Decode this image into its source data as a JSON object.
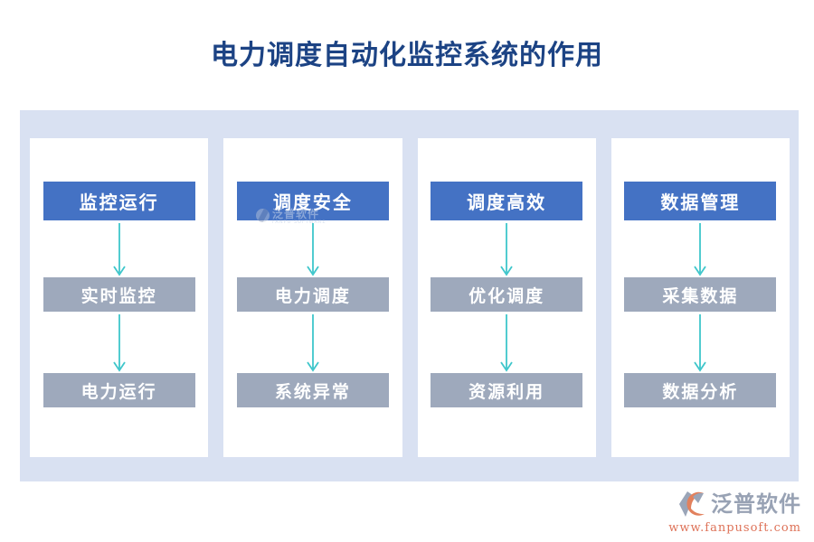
{
  "title": "电力调度自动化监控系统的作用",
  "columns": [
    {
      "header": "监控运行",
      "items": [
        "实时监控",
        "电力运行"
      ]
    },
    {
      "header": "调度安全",
      "items": [
        "电力调度",
        "系统异常"
      ]
    },
    {
      "header": "调度高效",
      "items": [
        "优化调度",
        "资源利用"
      ]
    },
    {
      "header": "数据管理",
      "items": [
        "采集数据",
        "数据分析"
      ]
    }
  ],
  "watermark": {
    "name": "泛普软件",
    "subtext": "FANPU SOFTWARE"
  },
  "footer_logo": {
    "brand": "泛普软件",
    "url": "www.fanpusoft.com"
  },
  "colors": {
    "title_text": "#1c4384",
    "panel_background": "#d9e1f2",
    "header_box": "#4472c4",
    "item_box": "#9ea9bc",
    "arrow": "#3ec6cb",
    "brand_text": "#98a2b4",
    "url_text": "#de7258",
    "logo_orange": "#e2815d",
    "logo_gray": "#9aa5b8"
  }
}
